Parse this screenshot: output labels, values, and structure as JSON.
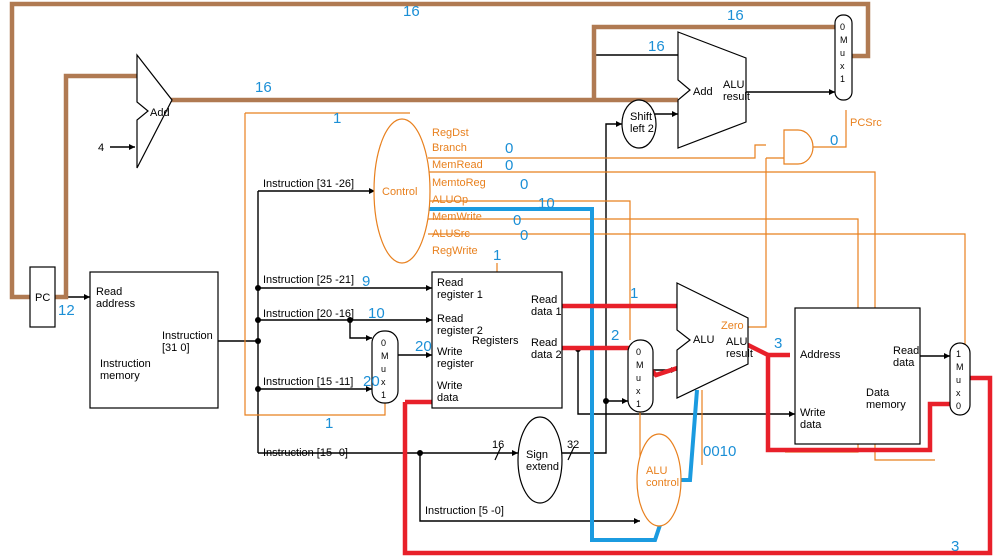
{
  "pc": {
    "label": "PC",
    "value": "12"
  },
  "adder_pc4": {
    "label": "Add",
    "const": "4",
    "bus_value": "16"
  },
  "branch_adder": {
    "label": "Add",
    "result_label": "ALU\nresult",
    "in_value": "16",
    "top_value": "16"
  },
  "top_wire_value": "16",
  "shift": {
    "label": "Shift\nleft 2"
  },
  "pcsrc_mux": {
    "letters": [
      "0",
      "M",
      "u",
      "x",
      "1"
    ],
    "select": "PCSrc",
    "select_value": "0"
  },
  "instr_mem": {
    "read_address": "Read\naddress",
    "instruction": "Instruction\n[31   0]",
    "title": "Instruction\nmemory"
  },
  "fields": {
    "f31_26": "Instruction [31 -26]",
    "f25_21": "Instruction [25 -21]",
    "f20_16": "Instruction [20 -16]",
    "f15_11": "Instruction [15 -11]",
    "f15_0": "Instruction [15 -0]",
    "f5_0": "Instruction [5 -0]"
  },
  "control": {
    "label": "Control",
    "signals": [
      {
        "name": "RegDst",
        "value": ""
      },
      {
        "name": "Branch",
        "value": "0"
      },
      {
        "name": "MemRead",
        "value": "0"
      },
      {
        "name": "MemtoReg",
        "value": "0"
      },
      {
        "name": "ALUOp",
        "value": "10"
      },
      {
        "name": "MemWrite",
        "value": "0"
      },
      {
        "name": "ALUSrc",
        "value": "0"
      },
      {
        "name": "RegWrite",
        "value": "1"
      }
    ],
    "regdst_value": "1"
  },
  "registers": {
    "title": "Registers",
    "read_reg1": "Read\nregister 1",
    "read_reg2": "Read\nregister 2",
    "write_reg": "Write\nregister",
    "write_data": "Write\ndata",
    "read_data1": "Read\ndata 1",
    "read_data2": "Read\ndata 2"
  },
  "regdst_mux": {
    "letters": [
      "0",
      "M",
      "u",
      "x",
      "1"
    ]
  },
  "alusrc_mux": {
    "letters": [
      "0",
      "M",
      "u",
      "x",
      "1"
    ]
  },
  "memtoreg_mux": {
    "letters": [
      "1",
      "M",
      "u",
      "x",
      "0"
    ]
  },
  "alu": {
    "label": "ALU",
    "zero": "Zero",
    "result": "ALU\nresult"
  },
  "sign_extend": {
    "label": "Sign\nextend",
    "in_bits": "16",
    "out_bits": "32"
  },
  "alu_control": {
    "label": "ALU\ncontrol",
    "value": "0010"
  },
  "data_mem": {
    "address": "Address",
    "write_data": "Write\ndata",
    "read_data": "Read\ndata",
    "title": "Data\nmemory"
  },
  "annotations": {
    "rs": "9",
    "rt": "10",
    "rd": "20",
    "mux_out": "20",
    "regdst_bottom": "1",
    "rd1": "1",
    "rd2": "2",
    "alu_out": "3",
    "wb": "3"
  },
  "colors": {
    "brown": "#b07a52",
    "orange": "#e8801e",
    "red": "#e8202a",
    "blue": "#1b9be0",
    "num": "#1b8fd6"
  }
}
